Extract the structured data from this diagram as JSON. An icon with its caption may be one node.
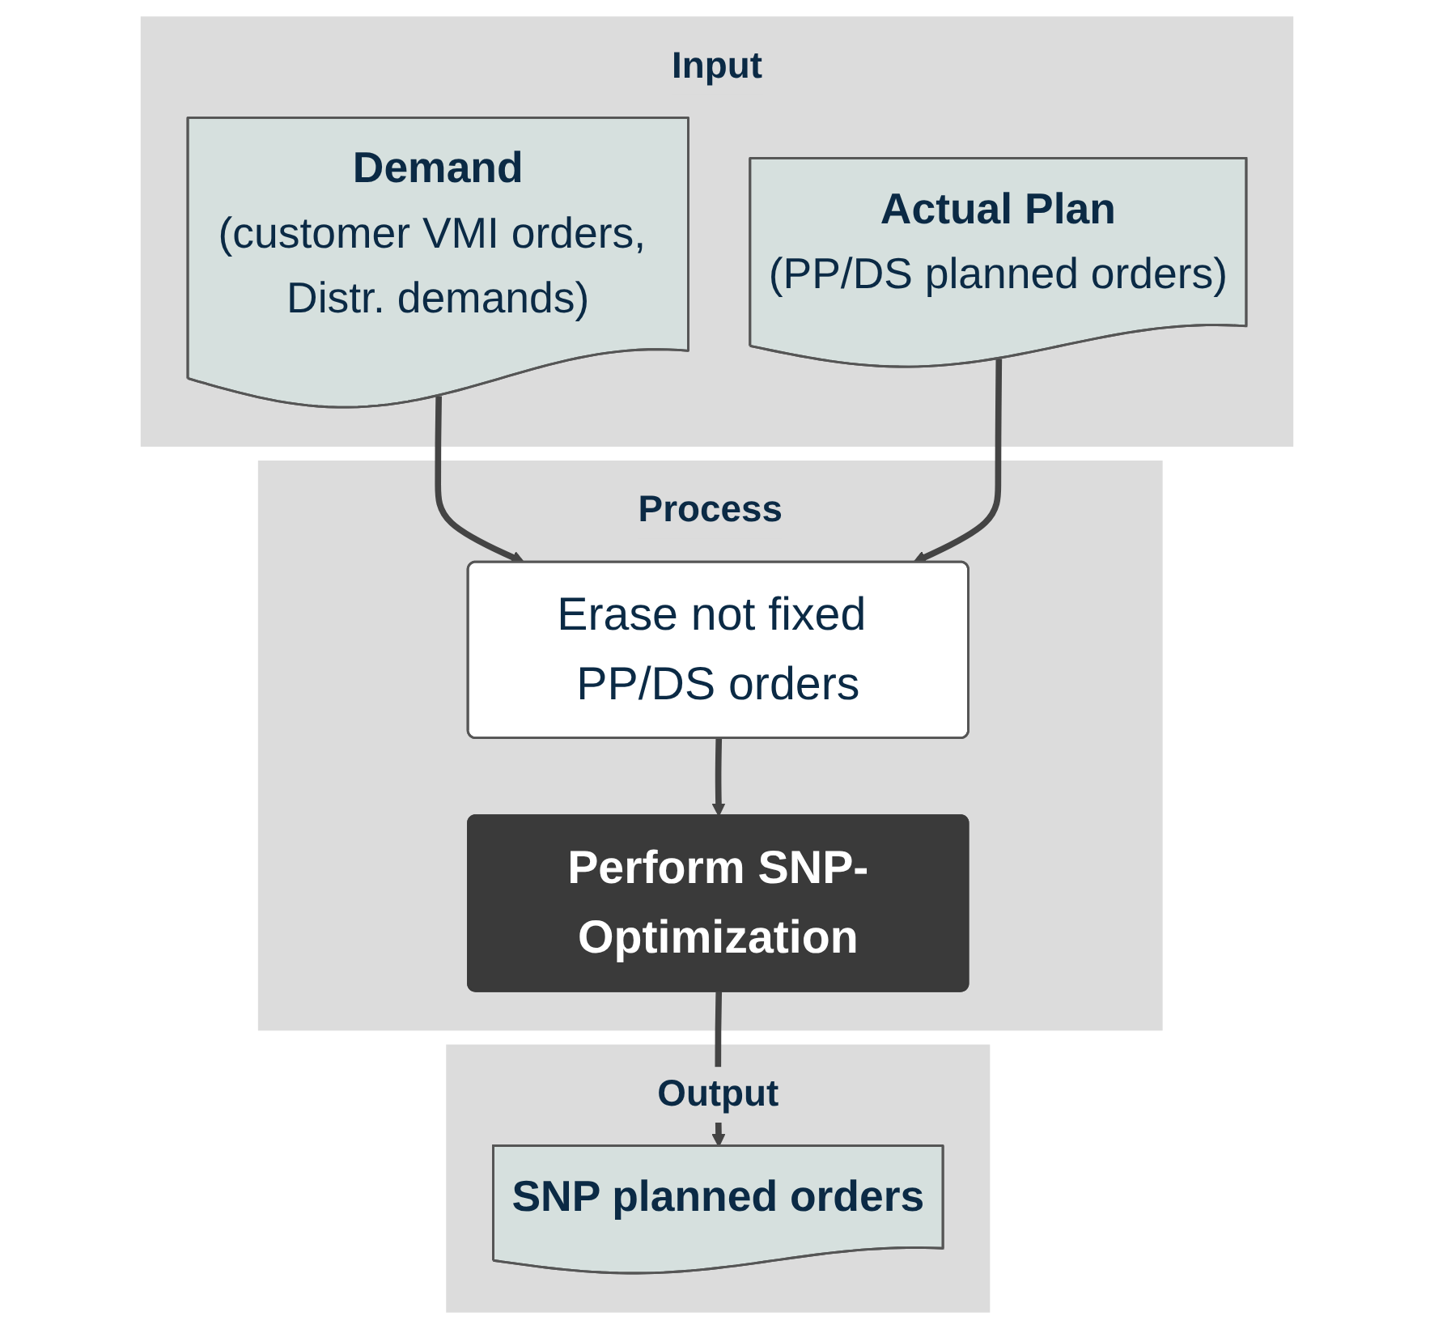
{
  "diagram": {
    "nodes": [
      {
        "text": [
          "Input"
        ]
      },
      {
        "text": [
          "Demand",
          "(customer VMI orders, Distr. demands)"
        ],
        "in": 0
      },
      {
        "text": [
          "Actual Plan",
          "(PP/DS planned orders)"
        ],
        "in": 0
      },
      {
        "text": [
          "Process"
        ]
      },
      {
        "text": [
          "Erase not fixed PP/DS orders"
        ],
        "in": 3
      },
      {
        "text": [
          "Perform SNP-Optimization"
        ],
        "in": 3
      },
      {
        "text": [
          "Output"
        ]
      },
      {
        "text": [
          "SNP planned orders"
        ],
        "in": 6
      }
    ],
    "edges": [
      {
        "from": 1,
        "to": 4,
        "arrow": "to"
      },
      {
        "from": 2,
        "to": 4,
        "arrow": "to"
      },
      {
        "from": 4,
        "to": 5,
        "arrow": "to"
      },
      {
        "from": 5,
        "to": 7,
        "arrow": "to"
      }
    ]
  }
}
